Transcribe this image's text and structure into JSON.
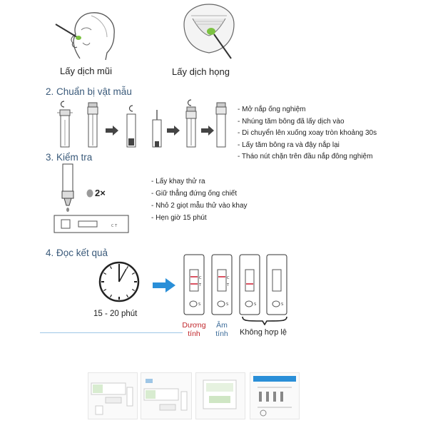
{
  "sampling": {
    "nose_label": "Lấy dịch mũi",
    "throat_label": "Lấy dịch họng"
  },
  "step2": {
    "title": "2. Chuẩn bị vật mẫu",
    "notes": [
      "- Mở nắp ống nghiệm",
      "- Nhúng tăm bông đã lấy dịch vào",
      "- Di chuyển lên xuống xoay tròn khoảng 30s",
      "- Lấy tăm bông ra và đậy nắp lại",
      "- Tháo nút chặn trên đầu nắp đông nghiệm"
    ]
  },
  "step3": {
    "title": "3. Kiểm tra",
    "drops": "2×",
    "notes": [
      "- Lấy khay thử ra",
      "- Giữ thẳng đứng ống chiết",
      "- Nhỏ 2 giọt mẫu thử vào khay",
      "- Hẹn giờ 15 phút"
    ]
  },
  "step4": {
    "title": "4. Đọc kết quả",
    "timer": "15 - 20 phút",
    "cassette_letters": [
      "C",
      "T",
      "S"
    ],
    "positive": "Dương\ntính",
    "negative": "Âm\ntính",
    "invalid": "Không hợp lệ"
  },
  "colors": {
    "accent_blue": "#2a8fd8",
    "heading": "#3a5a7a",
    "result_line": "#d0283a",
    "swab_green": "#7cc242"
  }
}
